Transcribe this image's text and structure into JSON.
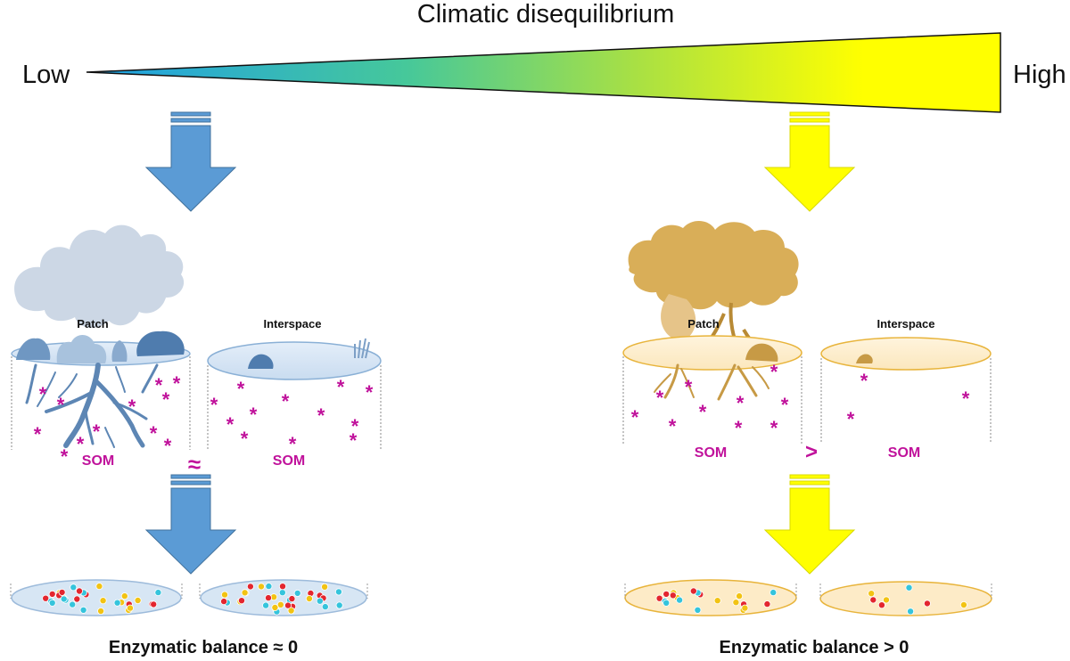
{
  "header": {
    "title": "Climatic disequilibrium",
    "low_label": "Low",
    "high_label": "High"
  },
  "left": {
    "patch_label": "Patch",
    "interspace_label": "Interspace",
    "som_patch": "SOM",
    "som_interspace": "SOM",
    "relation": "≈",
    "balance": "Enzymatic balance ≈ 0"
  },
  "right": {
    "patch_label": "Patch",
    "interspace_label": "Interspace",
    "som_patch": "SOM",
    "som_interspace": "SOM",
    "relation": ">",
    "balance": "Enzymatic balance > 0"
  },
  "colors": {
    "gradient_low": "#1fa8e0",
    "gradient_mid": "#7fd36b",
    "gradient_high": "#ffff00",
    "arrow_blue": "#5b9bd5",
    "arrow_yellow": "#ffff00",
    "plant_blue": "#5d86b4",
    "plant_tan": "#d9ae58",
    "som_magenta": "#c0129b",
    "bead_red": "#e3262f",
    "bead_yellow": "#f2c313",
    "bead_cyan": "#35c4dc"
  }
}
